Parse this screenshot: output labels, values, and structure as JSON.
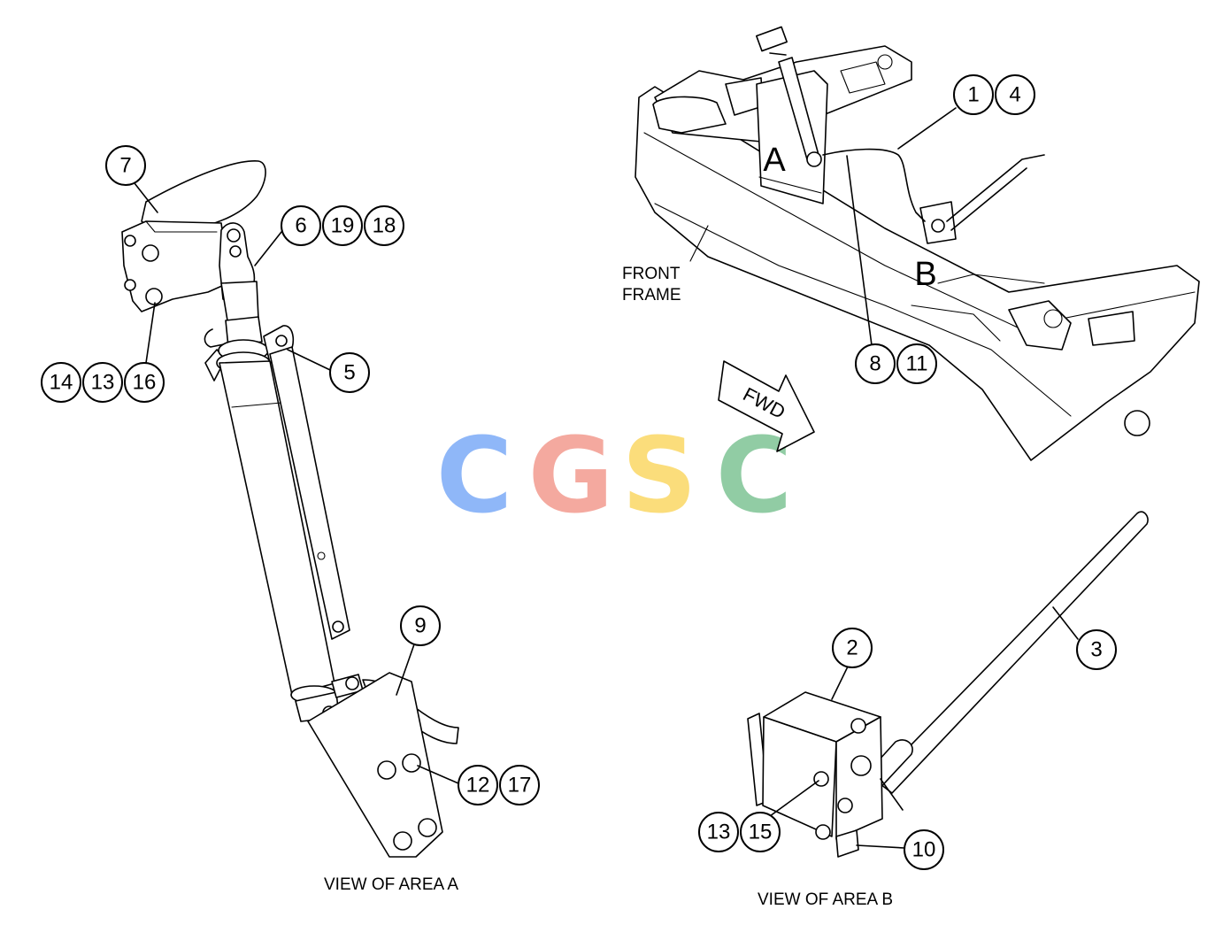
{
  "view_a": {
    "caption": "VIEW OF AREA A",
    "callouts": [
      "7",
      "6",
      "19",
      "18",
      "14",
      "13",
      "16",
      "5",
      "9",
      "12",
      "17"
    ]
  },
  "view_b": {
    "caption": "VIEW OF AREA B",
    "callouts": [
      "2",
      "3",
      "13",
      "15",
      "10"
    ]
  },
  "overview": {
    "frame_label_line1": "FRONT",
    "frame_label_line2": "FRAME",
    "area_a_label": "A",
    "area_b_label": "B",
    "fwd_label": "FWD",
    "callouts": [
      "1",
      "4",
      "8",
      "11"
    ]
  },
  "watermark": {
    "letters": [
      "C",
      "G",
      "S",
      "C"
    ],
    "colors": [
      "#8ab4f8",
      "#f4a59a",
      "#fbdc74",
      "#8ccaa0"
    ]
  }
}
